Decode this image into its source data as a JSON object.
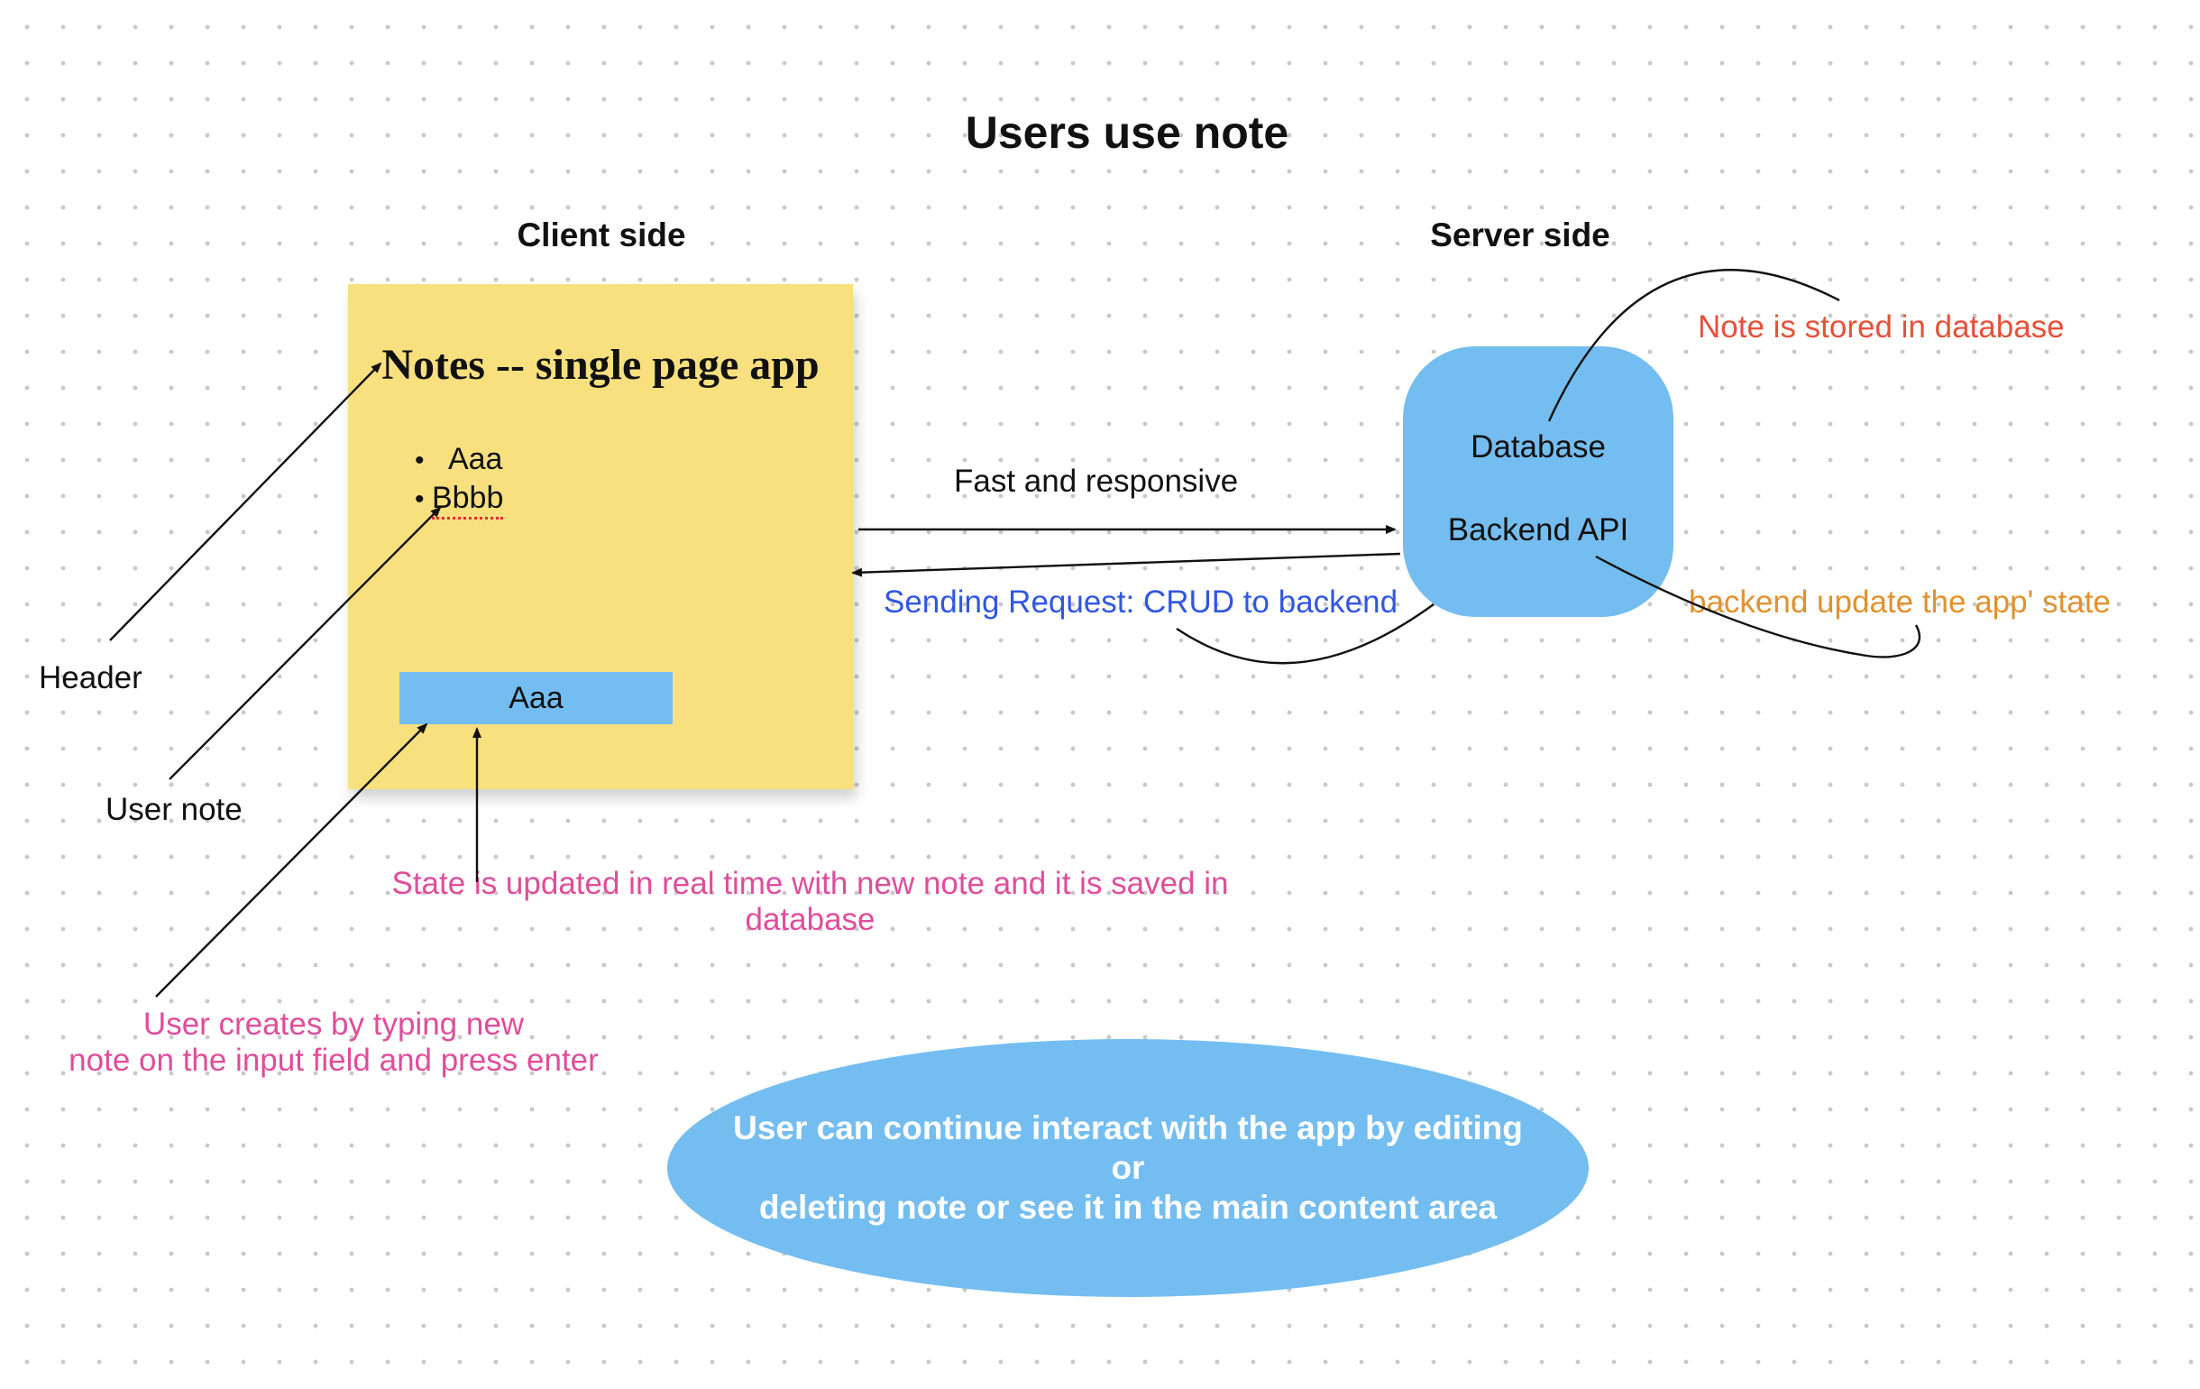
{
  "title": "Users use note",
  "sections": {
    "client": "Client side",
    "server": "Server side"
  },
  "app": {
    "header": "Notes -- single page app",
    "notes": [
      "Aaa",
      "Bbbb"
    ],
    "bullet": "•",
    "input_value": "Aaa"
  },
  "server": {
    "database": "Database",
    "backend": "Backend API"
  },
  "labels": {
    "header": "Header",
    "user_note": "User note",
    "fast": "Fast and responsive",
    "request": "Sending Request: CRUD to backend",
    "stored": "Note is stored in database",
    "backend_update": "backend update the app' state",
    "state_line1": "State is updated in real time with new note  and it is saved in",
    "state_line2": "database",
    "creates_line1": "User creates by typing new",
    "creates_line2": "note on the input field and press enter"
  },
  "summary": {
    "line1": "User can continue interact with the app by editing or",
    "line2": "deleting note or see it in the main content area"
  },
  "colors": {
    "sticky": "#f8e07f",
    "accent_blue": "#74bdf0",
    "pink": "#e04d9a",
    "red": "#e5513a",
    "blue": "#3157e0",
    "orange": "#e0922e"
  }
}
